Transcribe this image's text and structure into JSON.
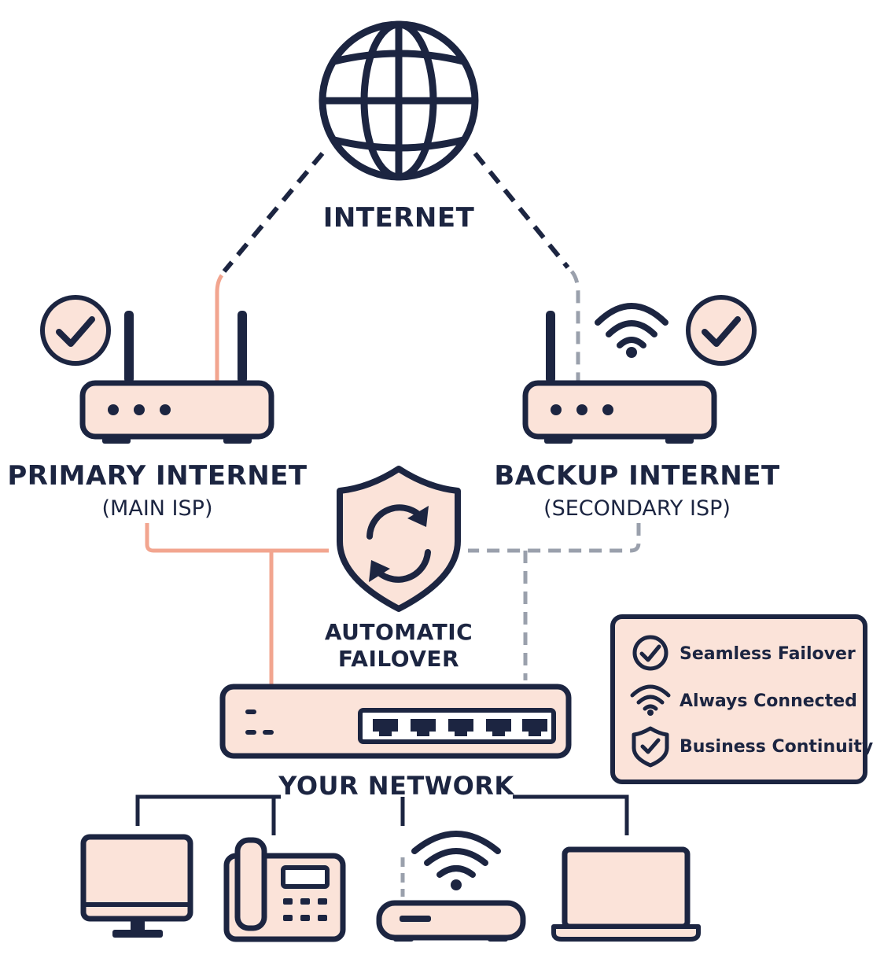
{
  "internet": {
    "label": "INTERNET",
    "icon": "globe-icon"
  },
  "primary": {
    "title": "PRIMARY INTERNET",
    "subtitle": "(MAIN ISP)",
    "status_icon": "check-circle-icon"
  },
  "backup": {
    "title": "BACKUP INTERNET",
    "subtitle": "(SECONDARY ISP)",
    "status_icon": "check-circle-icon"
  },
  "failover": {
    "line1": "AUTOMATIC",
    "line2": "FAILOVER",
    "icon": "shield-sync-icon"
  },
  "network": {
    "label": "YOUR NETWORK"
  },
  "legend": {
    "items": [
      {
        "label": "Seamless Failover",
        "icon": "check-circle-icon"
      },
      {
        "label": "Always Connected",
        "icon": "wifi-icon"
      },
      {
        "label": "Business Continuity",
        "icon": "shield-check-icon"
      }
    ]
  },
  "colors": {
    "outline": "#1c2541",
    "fill": "#fbe3d9",
    "primary_link": "#f2a58f",
    "backup_link": "#9aa0ac"
  }
}
